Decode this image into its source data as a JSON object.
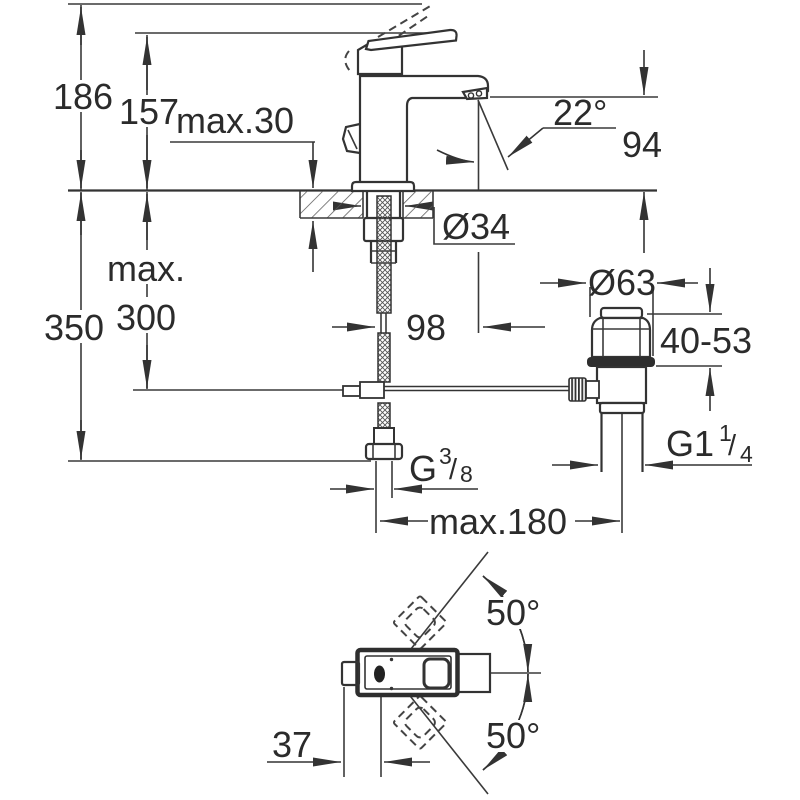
{
  "drawing": {
    "background": "#ffffff",
    "line_color": "#333333",
    "dimensions": {
      "overall_height": "186",
      "spout_height": "157",
      "deck_thickness": "max.30",
      "stream_angle": "22°",
      "outlet_height": "94",
      "hole_diameter": "Ø34",
      "depth_limit_line1": "max.",
      "depth_limit_line2": "300",
      "overall_depth": "350",
      "spout_reach": "98",
      "waste_flange_diameter": "Ø63",
      "basin_thickness_range": "40-53",
      "max_reach": "max.180",
      "handle_swing_upper": "50°",
      "handle_swing_lower": "50°",
      "handle_offset": "37",
      "supply_thread": {
        "prefix": "G",
        "numerator": "3",
        "slash": "/",
        "denominator": "8"
      },
      "waste_thread": {
        "prefix": "G1",
        "numerator": "1",
        "slash": "/",
        "denominator": "4"
      }
    }
  }
}
